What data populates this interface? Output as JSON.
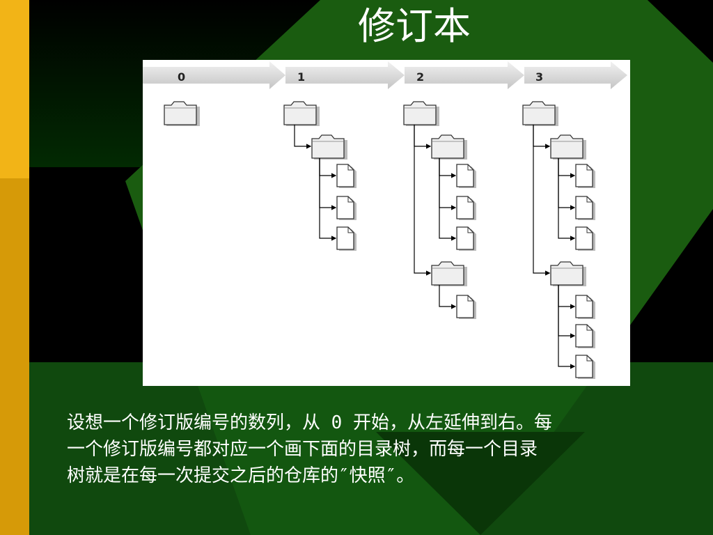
{
  "title": "修订本",
  "colors": {
    "left_bar_top": "#f2b417",
    "left_bar_bottom": "#d69a08",
    "diamond": "#1a5c10",
    "dark": "#021302"
  },
  "figure": {
    "revisions": [
      "0",
      "1",
      "2",
      "3"
    ]
  },
  "body_lines": [
    "设想一个修订版编号的数列，从 0 开始，从左延伸到右。每",
    "一个修订版编号都对应一个画下面的目录树，而每一个目录",
    "树就是在每一次提交之后的仓库的″快照″。"
  ]
}
